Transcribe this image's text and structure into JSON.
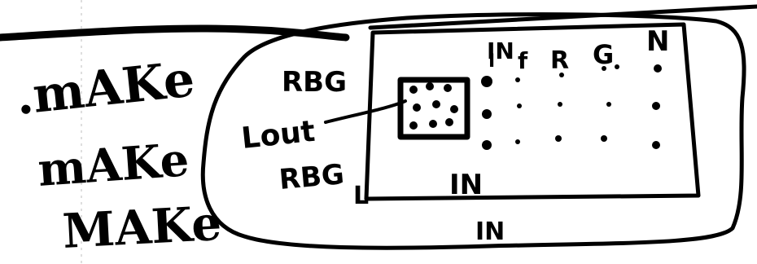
{
  "notes": {
    "make_lines": [
      ".mAKe",
      "mAKe",
      "MAKe"
    ]
  },
  "diagram": {
    "left_labels": [
      "RBG",
      "Lout",
      "RBG"
    ],
    "inner_top_label": "IN",
    "inner_bottom_label": "IN",
    "outer_bottom_label": "IN",
    "corner_mark": "L",
    "column_letters": [
      "f",
      "R",
      "G",
      "N"
    ],
    "column_head_mark": "I"
  }
}
